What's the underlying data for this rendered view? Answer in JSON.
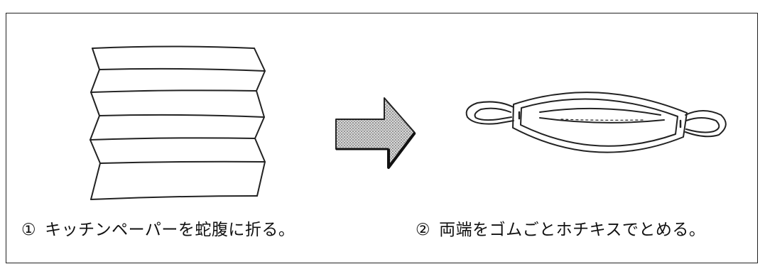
{
  "steps": [
    {
      "number": "①",
      "text": "キッチンペーパーを蛇腹に折る。"
    },
    {
      "number": "②",
      "text": "両端をゴムごとホチキスでとめる。"
    }
  ],
  "colors": {
    "line": "#222222",
    "arrow_fill": "#b8b8b8",
    "background": "#ffffff"
  },
  "icons": {
    "step1": "folded-paper-icon",
    "transition": "right-arrow-icon",
    "step2": "mask-icon"
  }
}
